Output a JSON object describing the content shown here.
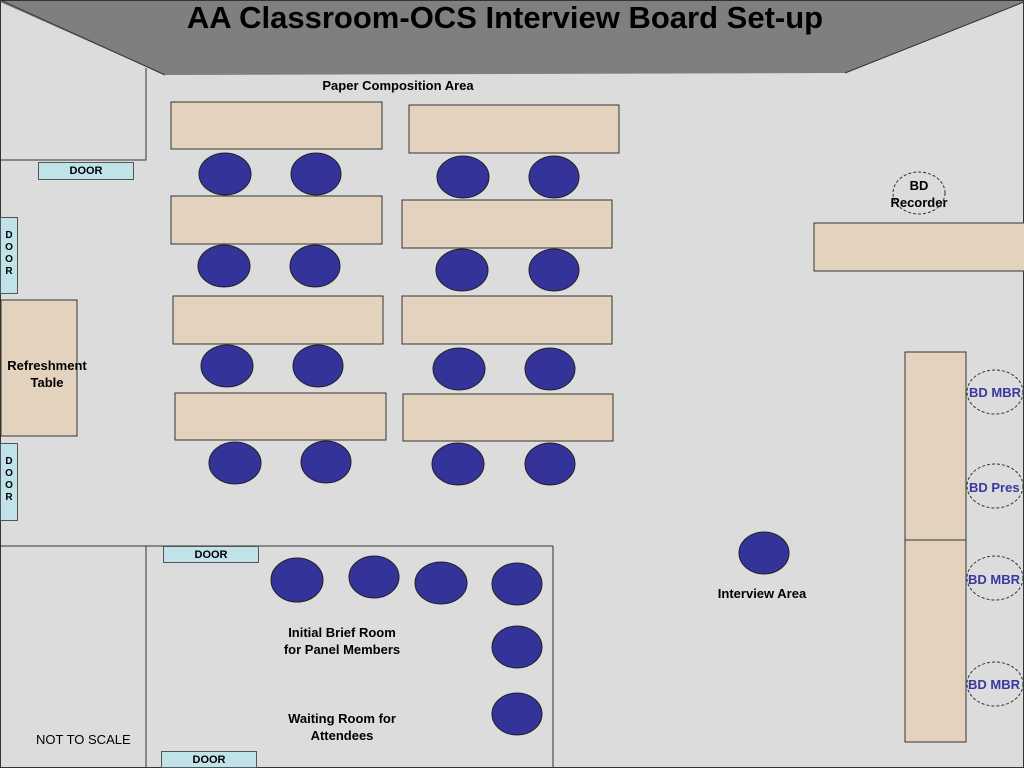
{
  "title": "AA Classroom-OCS Interview Board Set-up",
  "labels": {
    "paper_area": "Paper Composition Area",
    "refreshment": "Refreshment Table",
    "interview_area": "Interview Area",
    "initial_brief": "Initial Brief Room for Panel Members",
    "waiting_room": "Waiting Room for Attendees",
    "bd_recorder": "BD Recorder",
    "not_to_scale": "NOT TO SCALE"
  },
  "doors": {
    "top_left": "DOOR",
    "side": "D O O R",
    "brief_room": "DOOR",
    "bottom": "DOOR"
  },
  "board_members": [
    "BD MBR",
    "BD Pres",
    "BD MBR",
    "BD MBR"
  ],
  "colors": {
    "floor": "#dcdcdc",
    "table": "#e3d2be",
    "chair": "#333399",
    "door": "#bfe3e8",
    "banner": "#7f7f7f",
    "board_text": "#3a37a0"
  }
}
